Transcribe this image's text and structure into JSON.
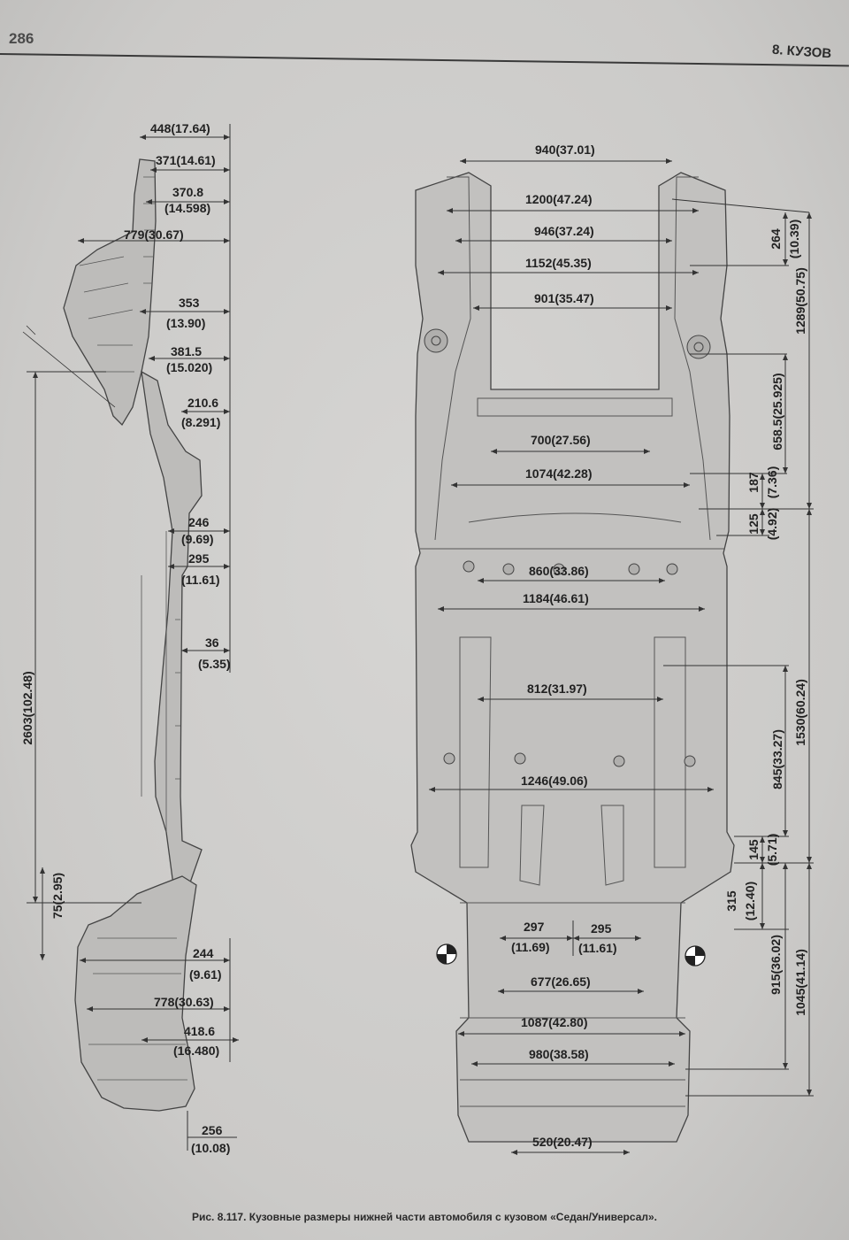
{
  "header": {
    "page_number": "286",
    "chapter": "8. КУЗОВ"
  },
  "caption": "Рис. 8.117. Кузовные размеры нижней части автомобиля с кузовом «Седан/Универсал».",
  "side_view": {
    "dims": {
      "d448": "448(17.64)",
      "d371": "371(14.61)",
      "d370_8": "370.8",
      "d370_8b": "(14.598)",
      "d779": "779(30.67)",
      "d353": "353",
      "d353b": "(13.90)",
      "d381_5": "381.5",
      "d381_5b": "(15.020)",
      "d210_6": "210.6",
      "d210_6b": "(8.291)",
      "d246": "246",
      "d246b": "(9.69)",
      "d295": "295",
      "d295b": "(11.61)",
      "d36": "36",
      "d36b": "(5.35)",
      "d2603": "2603(102.48)",
      "d75": "75(2.95)",
      "d244": "244",
      "d244b": "(9.61)",
      "d778": "778(30.63)",
      "d418_6": "418.6",
      "d418_6b": "(16.480)",
      "d256": "256",
      "d256b": "(10.08)"
    }
  },
  "bottom_view": {
    "dims": {
      "d940": "940(37.01)",
      "d1200": "1200(47.24)",
      "d946": "946(37.24)",
      "d1152": "1152(45.35)",
      "d901": "901(35.47)",
      "d700": "700(27.56)",
      "d1074": "1074(42.28)",
      "d860": "860(33.86)",
      "d1184": "1184(46.61)",
      "d812": "812(31.97)",
      "d1246": "1246(49.06)",
      "d297": "297",
      "d297b": "(11.69)",
      "d295": "295",
      "d295b": "(11.61)",
      "d677": "677(26.65)",
      "d1087": "1087(42.80)",
      "d980": "980(38.58)",
      "d520": "520(20.47)"
    },
    "vertical_dims": {
      "v264": "264",
      "v264b": "(10.39)",
      "v1289": "1289(50.75)",
      "v658": "658.5(25.925)",
      "v187": "187",
      "v187b": "(7.36)",
      "v125": "125",
      "v125b": "(4.92)",
      "v1530": "1530(60.24)",
      "v845": "845(33.27)",
      "v145": "145",
      "v145b": "(5.71)",
      "v315": "315",
      "v315b": "(12.40)",
      "v915": "915(36.02)",
      "v1045": "1045(41.14)"
    }
  }
}
